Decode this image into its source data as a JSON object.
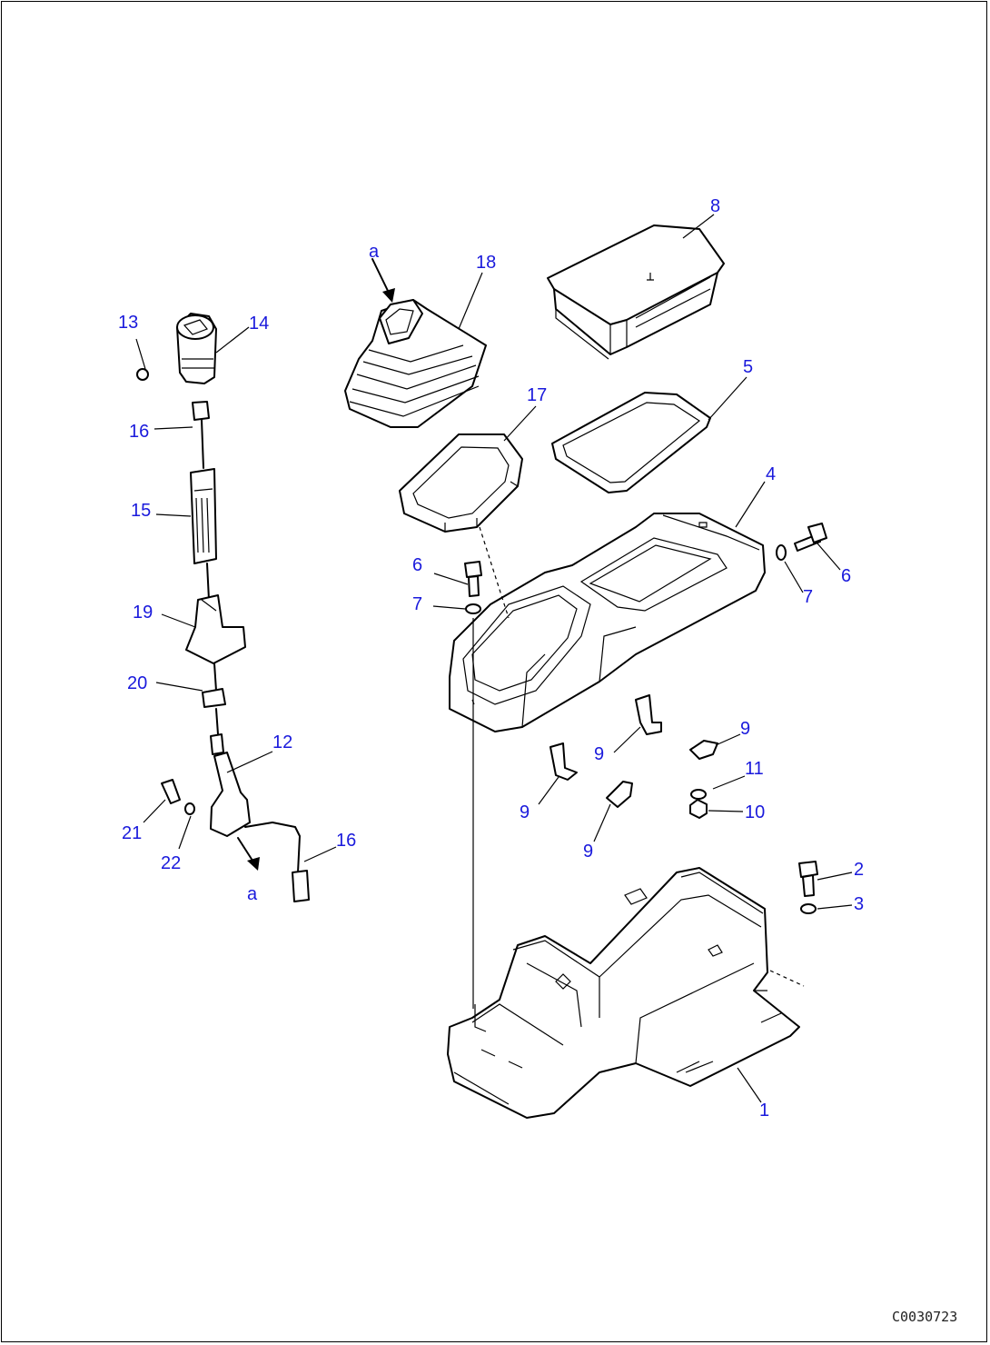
{
  "diagram": {
    "drawing_code": "C0030723",
    "callouts": {
      "c1": "1",
      "c2": "2",
      "c3": "3",
      "c4": "4",
      "c5": "5",
      "c6a": "6",
      "c6b": "6",
      "c7a": "7",
      "c7b": "7",
      "c8": "8",
      "c9a": "9",
      "c9b": "9",
      "c9c": "9",
      "c9d": "9",
      "c10": "10",
      "c11": "11",
      "c12": "12",
      "c13": "13",
      "c14": "14",
      "c15": "15",
      "c16a": "16",
      "c16b": "16",
      "c17": "17",
      "c18": "18",
      "c19": "19",
      "c20": "20",
      "c21": "21",
      "c22": "22"
    },
    "detail_marks": {
      "top": "a",
      "bottom": "a"
    }
  }
}
